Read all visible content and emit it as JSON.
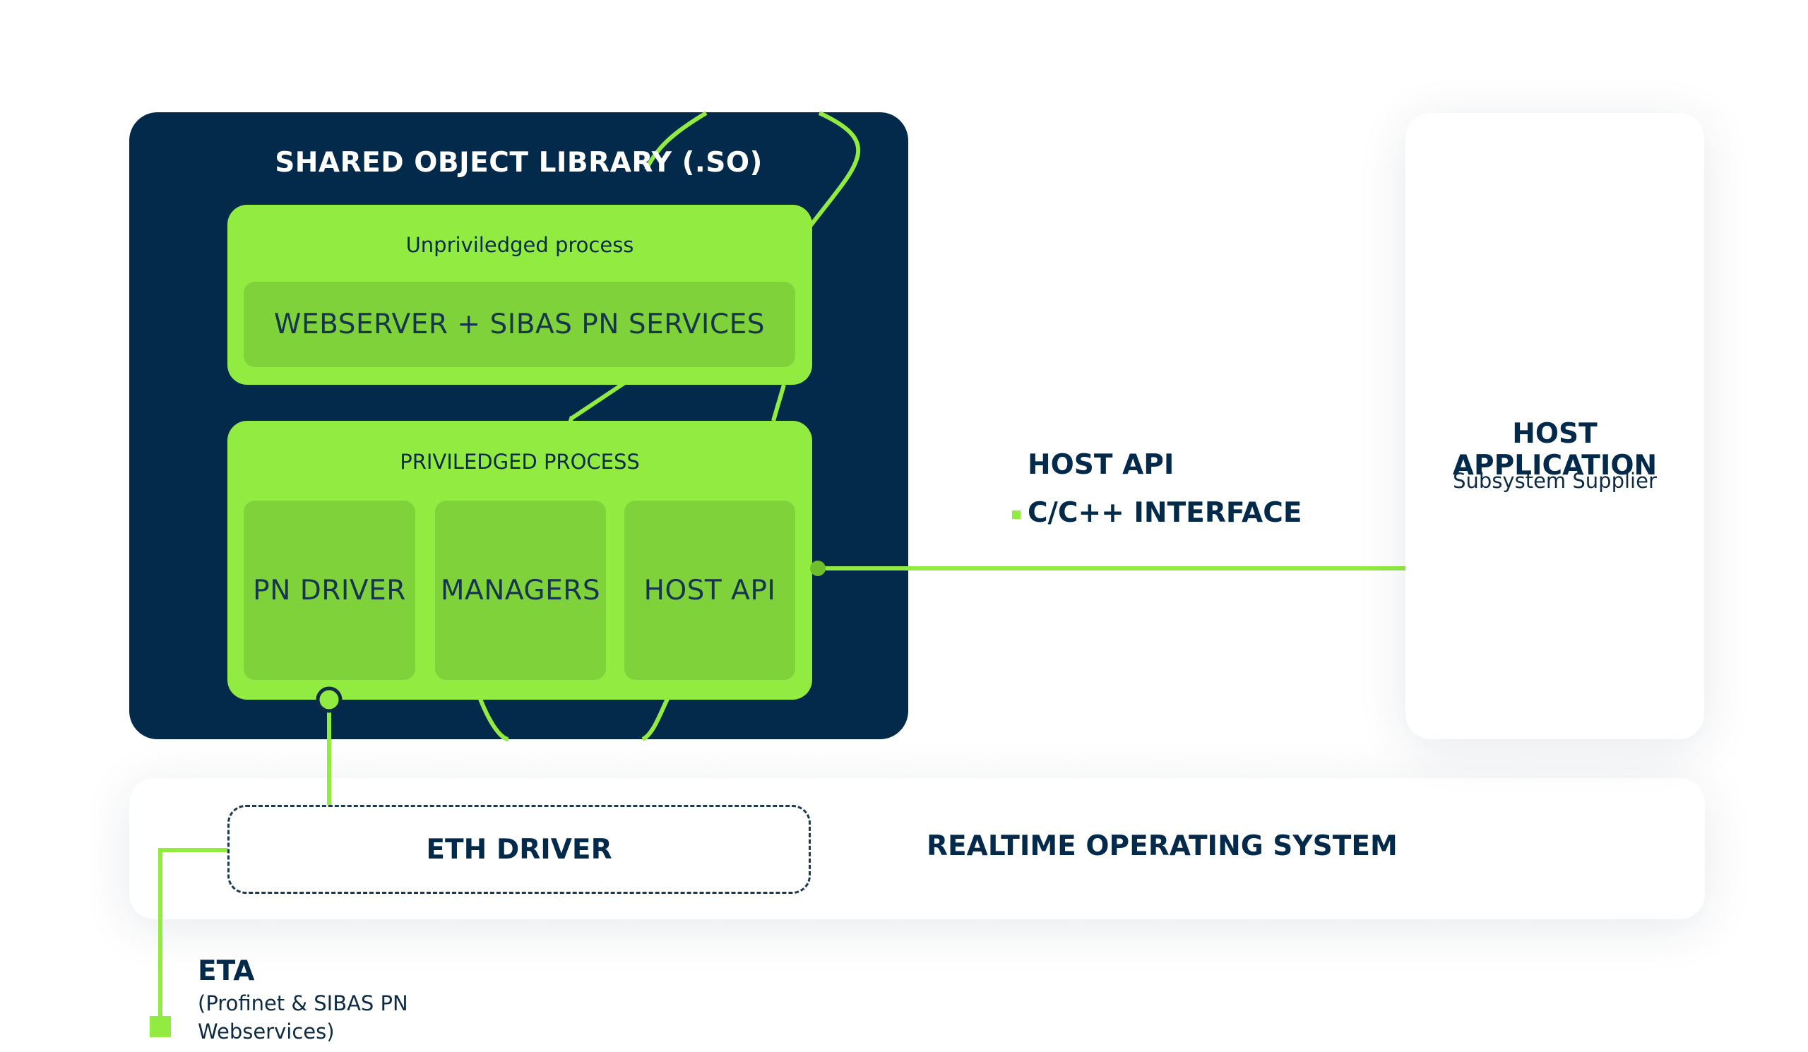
{
  "shared_library": {
    "title": "SHARED OBJECT LIBRARY (.SO)",
    "unprivileged": {
      "label": "Unpriviledged process",
      "module": "WEBSERVER + SIBAS PN SERVICES"
    },
    "privileged": {
      "label": "PRIVILEDGED PROCESS",
      "modules": [
        "PN DRIVER",
        "MANAGERS",
        "HOST API"
      ]
    }
  },
  "host_api_link": {
    "title": "HOST API",
    "interface": "C/C++ INTERFACE"
  },
  "host_application": {
    "title": "HOST APPLICATION",
    "subtitle": "Subsystem Supplier"
  },
  "rtos": {
    "label": "REALTIME OPERATING SYSTEM",
    "eth_driver": "ETH DRIVER"
  },
  "eta": {
    "title": "ETA",
    "description": "(Profinet & SIBAS PN Webservices)"
  },
  "colors": {
    "navy": "#03294b",
    "green": "#91eb40",
    "green_dark": "#7fd23a",
    "text_dark": "#0e2b45"
  }
}
